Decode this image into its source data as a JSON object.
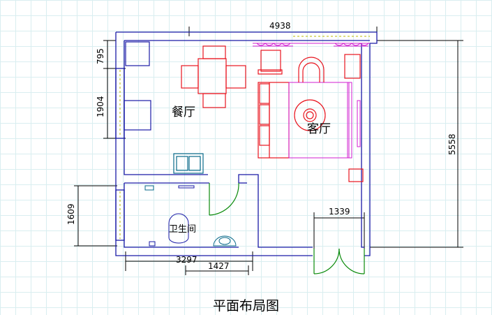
{
  "diagram": {
    "caption": "平面布局图",
    "rooms": {
      "dining": "餐厅",
      "living": "客厅",
      "bathroom": "卫生间"
    },
    "dimensions": {
      "top_width": "4938",
      "right_height": "5558",
      "left_upper": "795",
      "left_middle": "1904",
      "left_lower": "1609",
      "door_width": "1339",
      "bottom_total": "3297",
      "bottom_partial": "1427"
    },
    "colors": {
      "wall": "#1a1aa6",
      "furniture_red": "#e8141e",
      "furniture_magenta": "#d21ed2",
      "dimension": "#000000",
      "door": "#0a8a0a",
      "fixture": "#0a6a8a"
    }
  }
}
